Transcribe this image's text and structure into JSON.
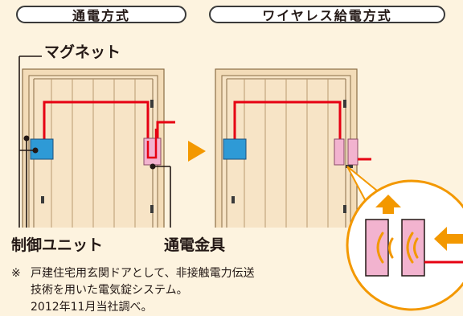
{
  "header": {
    "wired_tab": "通電方式",
    "wireless_tab": "ワイヤレス給電方式"
  },
  "labels": {
    "magnet": "マグネット",
    "control_unit": "制御ユニット",
    "power_fitting": "通電金具"
  },
  "note": {
    "mark": "※",
    "line1": "戸建住宅用玄関ドアとして、非接触電力伝送",
    "line2": "技術を用いた電気錠システム。",
    "line3": "2012年11月当社調べ。"
  },
  "colors": {
    "background": "#fdf3df",
    "door": "#f3dcb8",
    "wire": "#e60012",
    "unit_blue": "#2e9ad6",
    "fitting_pink": "#f2b3cf",
    "arrow_orange": "#f39800"
  }
}
